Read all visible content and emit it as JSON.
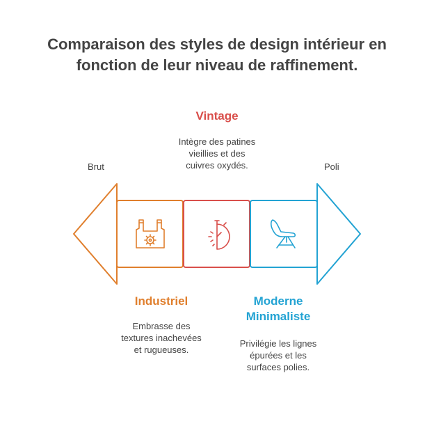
{
  "title": "Comparaison des styles de design intérieur en\nfonction de leur niveau de raffinement.",
  "scale": {
    "left_label": "Brut",
    "right_label": "Poli"
  },
  "styles": [
    {
      "name": "Industriel",
      "description": "Embrasse des\ntextures inachevées\net rugueuses.",
      "icon": "factory-gear-icon",
      "color": "#e07f2d"
    },
    {
      "name": "Vintage",
      "description": "Intègre des patines\nvieillies et des\ncuivres oxydés.",
      "icon": "half-clock-icon",
      "color": "#d94f4b"
    },
    {
      "name": "Moderne\nMinimaliste",
      "description": "Privilégie les lignes\népurées et les\nsurfaces polies.",
      "icon": "modern-chair-icon",
      "color": "#23a3d3"
    }
  ]
}
